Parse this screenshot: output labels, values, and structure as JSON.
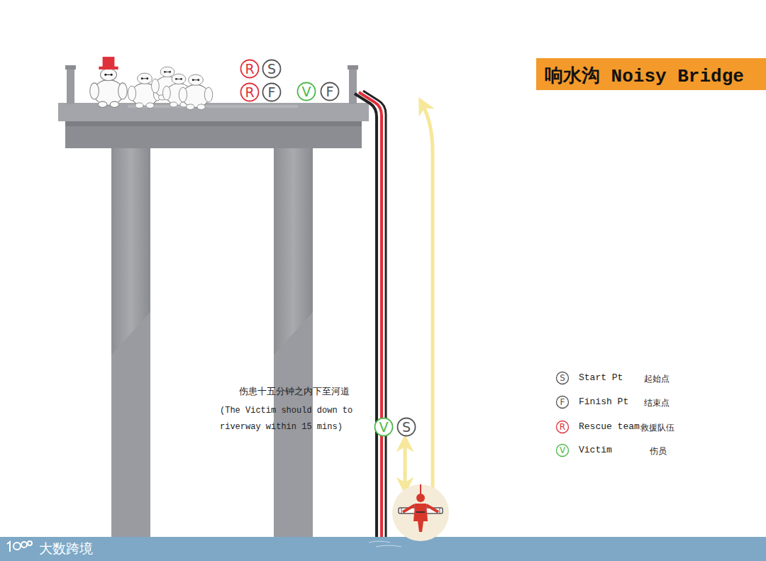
{
  "diagram": {
    "title": "响水沟 Noisy Bridge",
    "nodes": [
      {
        "text": [
          "R"
        ]
      },
      {
        "text": [
          "S"
        ]
      },
      {
        "text": [
          "R"
        ]
      },
      {
        "text": [
          "F"
        ]
      },
      {
        "text": [
          "V"
        ]
      },
      {
        "text": [
          "F"
        ]
      },
      {
        "text": [
          "V"
        ]
      },
      {
        "text": [
          "S"
        ]
      },
      {
        "text": [
          "S"
        ]
      },
      {
        "text": [
          "F"
        ]
      },
      {
        "text": [
          "R"
        ]
      },
      {
        "text": [
          "V"
        ]
      }
    ],
    "labels": [
      "伤患十五分钟之内下至河道",
      "(The Victim should down to riverway within 15 mins)",
      "起始点",
      "结束点",
      "救援队伍",
      "伤员",
      "大数跨境"
    ],
    "legend": [
      {
        "text": "Start Pt"
      },
      {
        "text": "Finish Pt"
      },
      {
        "text": "Rescue team"
      },
      {
        "text": "Victim"
      }
    ]
  }
}
